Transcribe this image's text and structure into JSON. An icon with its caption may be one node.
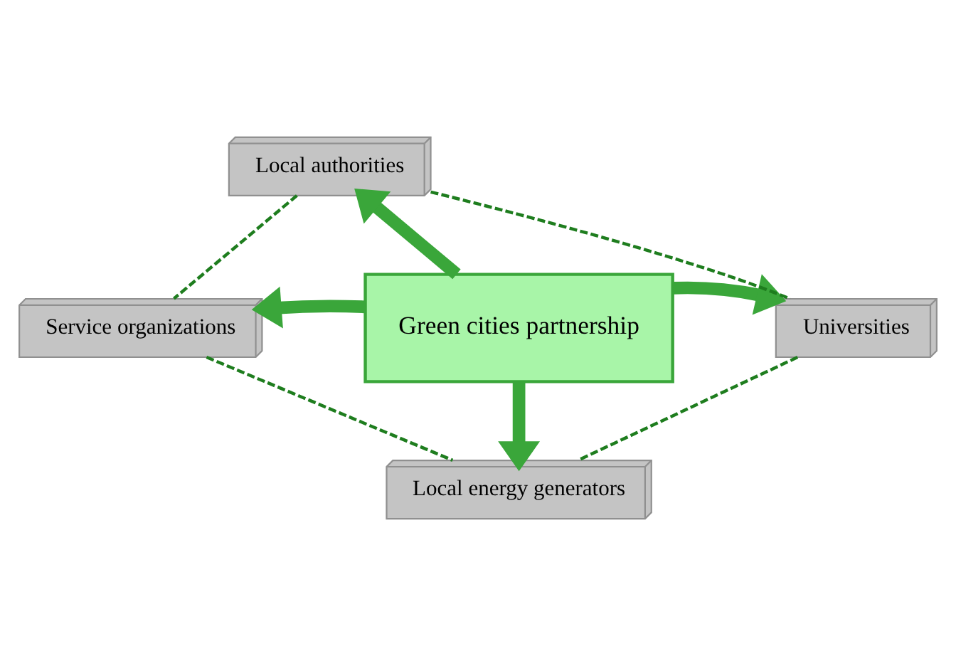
{
  "diagram": {
    "nodes": [
      {
        "text": [
          "Green cities partnership"
        ]
      },
      {
        "text": [
          "Local authorities"
        ]
      },
      {
        "text": [
          "Service organizations"
        ]
      },
      {
        "text": [
          "Universities"
        ]
      },
      {
        "text": [
          "Local energy generators"
        ]
      }
    ],
    "edges": [
      {
        "from": 0,
        "to": 1,
        "arrow": "to",
        "style": "thick"
      },
      {
        "from": 0,
        "to": 2,
        "arrow": "to",
        "style": "thick"
      },
      {
        "from": 0,
        "to": 3,
        "arrow": "to",
        "style": "thick"
      },
      {
        "from": 0,
        "to": 4,
        "arrow": "to",
        "style": "thick"
      },
      {
        "from": 1,
        "to": 2,
        "arrow": "none",
        "style": "dashed",
        "color": "#1e7d1e"
      },
      {
        "from": 1,
        "to": 3,
        "arrow": "none",
        "style": "dashed",
        "color": "#1e7d1e"
      },
      {
        "from": 2,
        "to": 4,
        "arrow": "none",
        "style": "dashed",
        "color": "#1e7d1e"
      },
      {
        "from": 3,
        "to": 4,
        "arrow": "none",
        "style": "dashed",
        "color": "#1e7d1e"
      }
    ]
  }
}
